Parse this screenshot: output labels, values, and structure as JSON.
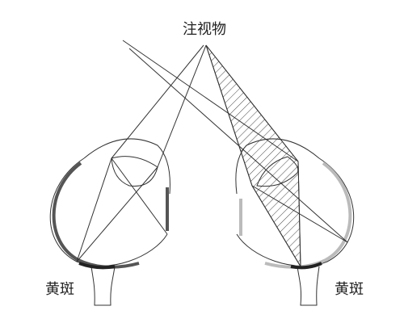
{
  "labels": {
    "fixation_object": "注视物",
    "macula_left": "黄斑",
    "macula_right": "黄斑"
  }
}
